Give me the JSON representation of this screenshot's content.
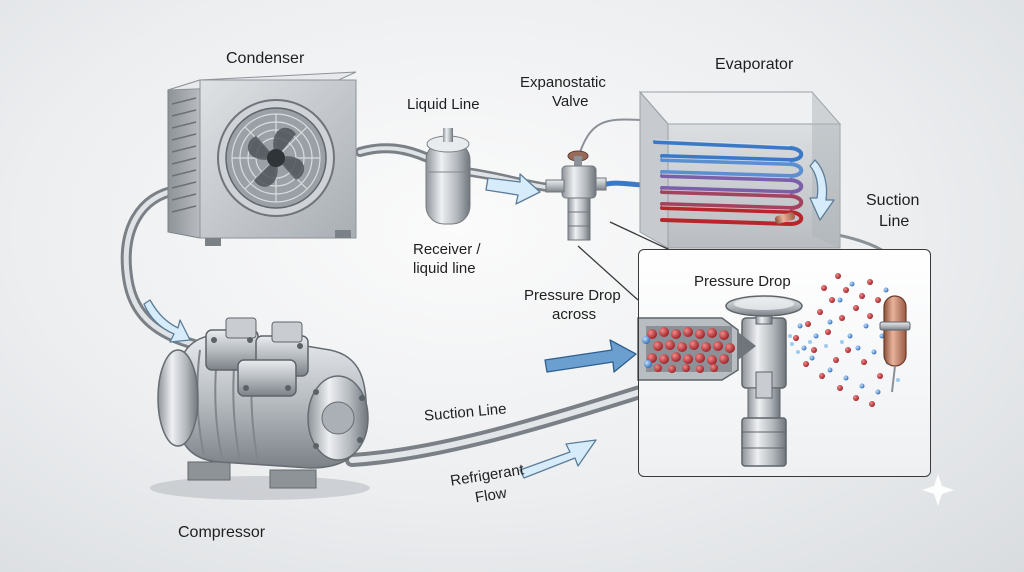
{
  "labels": {
    "condenser": "Condenser",
    "liquid_line": "Liquid Line",
    "valve_line1": "Expanostatic",
    "valve_line2": "Valve",
    "evaporator": "Evaporator",
    "suction_line_right_1": "Suction",
    "suction_line_right_2": "Line",
    "receiver_1": "Receiver /",
    "receiver_2": "liquid line",
    "pressure_drop_across_1": "Pressure Drop",
    "pressure_drop_across_2": "across",
    "inset_pressure_drop": "Pressure Drop",
    "suction_line_bottom": "Suction Line",
    "refrigerant_flow_1": "Refrigerant",
    "refrigerant_flow_2": "Flow",
    "compressor": "Compressor"
  },
  "colors": {
    "metal": "#b9bec3",
    "metal_dark": "#6f757b",
    "hot_refrigerant": "#b8262b",
    "cold_refrigerant": "#3b79c6",
    "arrow_fill": "#d7ecfa",
    "arrow_stroke": "#5c7c97",
    "copper": "#c98a6b"
  }
}
